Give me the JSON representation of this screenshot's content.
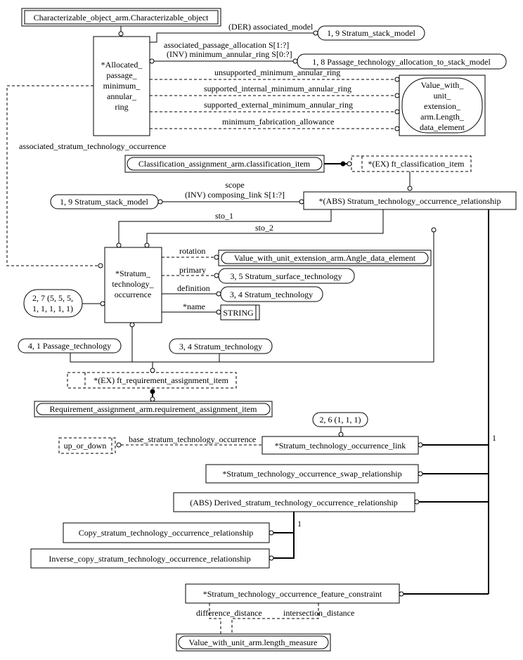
{
  "entities": {
    "characterizable_object": "Characterizable_object_arm.Characterizable_object",
    "allocated_l1": "*Allocated_",
    "allocated_l2": "passage_",
    "allocated_l3": "minimum_",
    "allocated_l4": "annular_",
    "allocated_l5": "ring",
    "stratum_stack_model_a": "1, 9 Stratum_stack_model",
    "passage_tech_alloc": "1, 8 Passage_technology_allocation_to_stack_model",
    "vwu_length_l1": "Value_with_",
    "vwu_length_l2": "unit_",
    "vwu_length_l3": "extension_",
    "vwu_length_l4": "arm.Length_",
    "vwu_length_l5": "data_element",
    "classification_item": "Classification_assignment_arm.classification_item",
    "ex_classification_item": "*(EX) ft_classification_item",
    "stratum_stack_model_b": "1, 9 Stratum_stack_model",
    "abs_sto_relationship": "*(ABS) Stratum_technology_occurrence_relationship",
    "sto_l1": "*Stratum_",
    "sto_l2": "technology_",
    "sto_l3": "occurrence",
    "angle_data_element": "Value_with_unit_extension_arm.Angle_data_element",
    "stratum_surface_technology": "3, 5 Stratum_surface_technology",
    "stratum_technology_a": "3, 4 Stratum_technology",
    "string_type": "STRING",
    "page_ref_2_7_l1": "2, 7 (5, 5, 5,",
    "page_ref_2_7_l2": "1, 1, 1, 1, 1)",
    "passage_technology": "4, 1 Passage_technology",
    "stratum_technology_b": "3, 4 Stratum_technology",
    "ex_requirement_item": "*(EX) ft_requirement_assignment_item",
    "requirement_item": "Requirement_assignment_arm.requirement_assignment_item",
    "page_ref_2_6": "2, 6 (1, 1, 1)",
    "up_or_down": "up_or_down",
    "sto_link": "*Stratum_technology_occurrence_link",
    "sto_swap": "*Stratum_technology_occurrence_swap_relationship",
    "derived_sto_rel": "(ABS) Derived_stratum_technology_occurrence_relationship",
    "copy_sto_rel": "Copy_stratum_technology_occurrence_relationship",
    "inverse_copy_sto_rel": "Inverse_copy_stratum_technology_occurrence_relationship",
    "feature_constraint": "*Stratum_technology_occurrence_feature_constraint",
    "length_measure": "Value_with_unit_arm.length_measure"
  },
  "labels": {
    "der_associated_model": "(DER) associated_model",
    "associated_passage_allocation": "associated_passage_allocation S[1:?]",
    "inv_minimum_annular_ring": "(INV) minimum_annular_ring S[0:?]",
    "unsupported_minimum_annular_ring": "unsupported_minimum_annular_ring",
    "supported_internal": "supported_internal_minimum_annular_ring",
    "supported_external": "supported_external_minimum_annular_ring",
    "minimum_fabrication_allowance": "minimum_fabrication_allowance",
    "associated_sto": "associated_stratum_technology_occurrence",
    "scope": "scope",
    "inv_composing_link": "(INV) composing_link S[1:?]",
    "sto_1": "sto_1",
    "sto_2": "sto_2",
    "rotation": "rotation",
    "primary": "primary",
    "definition": "definition",
    "name": "*name",
    "base_sto": "base_stratum_technology_occurrence",
    "one_a": "1",
    "one_b": "1",
    "difference_distance": "difference_distance",
    "intersection_distance": "intersection_distance"
  }
}
